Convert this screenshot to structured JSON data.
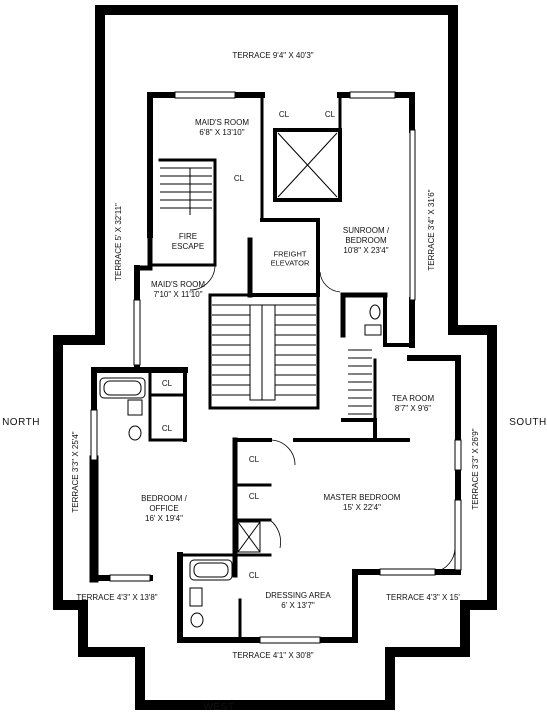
{
  "compass": {
    "north": "NORTH",
    "south": "SOUTH",
    "west": "WEST"
  },
  "rooms": {
    "maids_room_1": {
      "name": "MAID'S ROOM",
      "dims": "6'8\" X 13'10\""
    },
    "maids_room_2": {
      "name": "MAID'S ROOM",
      "dims": "7'10\" X 11'10\""
    },
    "fire_escape": {
      "line1": "FIRE",
      "line2": "ESCAPE"
    },
    "freight_elevator": {
      "line1": "FREIGHT",
      "line2": "ELEVATOR"
    },
    "sunroom": {
      "line1": "SUNROOM /",
      "line2": "BEDROOM",
      "dims": "10'8\" X 23'4\""
    },
    "tea_room": {
      "name": "TEA ROOM",
      "dims": "8'7\" X 9'6\""
    },
    "bedroom_office": {
      "line1": "BEDROOM /",
      "line2": "OFFICE",
      "dims": "16' X 19'4\""
    },
    "master_bedroom": {
      "name": "MASTER BEDROOM",
      "dims": "15' X 22'4\""
    },
    "dressing_area": {
      "name": "DRESSING AREA",
      "dims": "6' X 13'7\""
    }
  },
  "closet_label": "CL",
  "terraces": {
    "top": "TERRACE 9'4\" X 40'3\"",
    "left_upper": "TERRACE 5' X 32'11\"",
    "right_upper": "TERRACE 3'4\" X 31'6\"",
    "left_lower": "TERRACE 3'3\" X 25'4\"",
    "right_lower": "TERRACE 3'3\" X 26'9\"",
    "bottom_left": "TERRACE 4'3\" X 13'8\"",
    "bottom_right": "TERRACE 4'3\" X 15'",
    "bottom": "TERRACE 4'1\" X 30'8\""
  }
}
